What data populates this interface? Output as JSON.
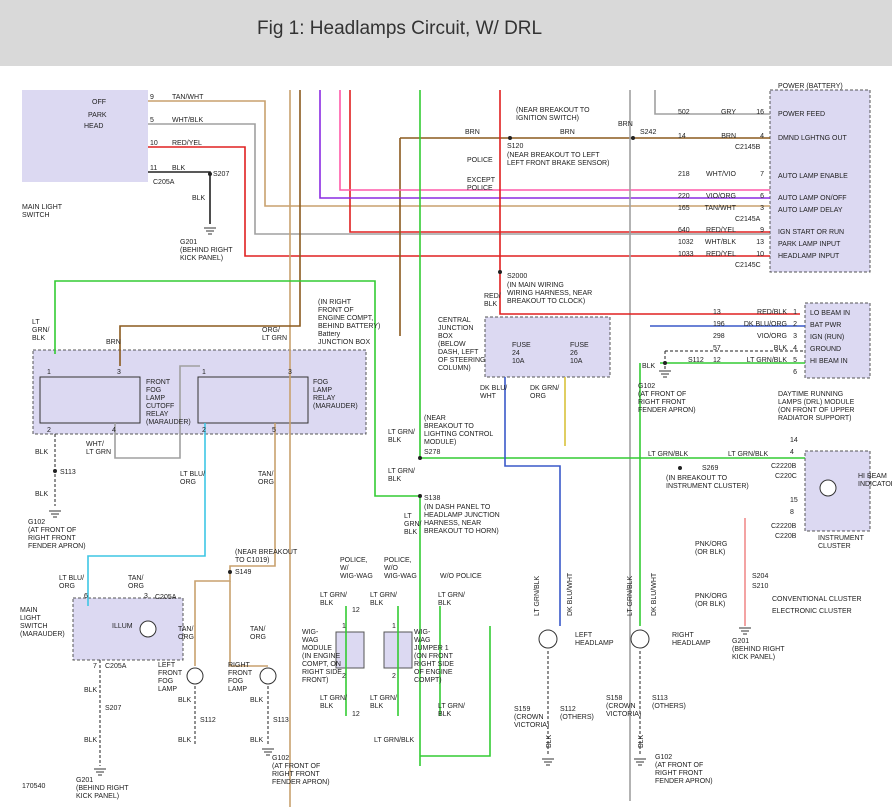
{
  "title": "Fig 1: Headlamps Circuit, W/ DRL",
  "colors": {
    "box_fill": "#dcd9f2",
    "tan": "#c8a16e",
    "brn": "#8b5a1e",
    "red": "#e02020",
    "green": "#33cc33",
    "blue": "#3a59c9",
    "lt_blue": "#3ec6e4",
    "orange": "#d98a2a",
    "purple": "#8a2be2",
    "pink": "#ff5aa8",
    "gray": "#a0a0a0",
    "black": "#222222",
    "lt_orange": "#f0a050",
    "pnk_org": "#f08c8c",
    "yellow": "#d8c23a"
  },
  "switch": {
    "positions": [
      "OFF",
      "PARK",
      "HEAD"
    ],
    "pins": [
      "9",
      "5",
      "10",
      "11"
    ],
    "wires": [
      "TAN/WHT",
      "WHT/BLK",
      "RED/YEL",
      "BLK"
    ],
    "connector": "C205A",
    "splice": "S207",
    "name": "MAIN LIGHT\nSWITCH",
    "ground_wire": "BLK",
    "ground": "G201\n(BEHIND RIGHT\nKICK PANEL)"
  },
  "top": {
    "near_breakout": "(NEAR BREAKOUT TO\nIGNITION SWITCH)",
    "brn": "BRN",
    "brn2": "BRN",
    "brn3": "BRN",
    "s242": "S242",
    "s120": "S120",
    "s120_note": "(NEAR BREAKOUT TO LEFT\nLEFT FRONT BRAKE SENSOR)",
    "police": "POLICE",
    "except_police": "EXCEPT\nPOLICE",
    "s2000": "S2000",
    "s2000_note": "(IN MAIN WIRING\nWIRING HARNESS, NEAR\nBREAKOUT TO CLOCK)",
    "red_blk": "RED/\nBLK"
  },
  "module": {
    "rows": [
      {
        "circuit": "502",
        "wire": "GRY",
        "pin": "16",
        "label": "POWER FEED"
      },
      {
        "circuit": "14",
        "wire": "BRN",
        "pin": "4",
        "label": "DMND LGHTNG OUT"
      },
      {
        "circuit": "218",
        "wire": "WHT/VIO",
        "pin": "7",
        "label": "AUTO LAMP ENABLE"
      },
      {
        "circuit": "220",
        "wire": "VIO/ORG",
        "pin": "6",
        "label": "AUTO LAMP ON/OFF"
      },
      {
        "circuit": "165",
        "wire": "TAN/WHT",
        "pin": "3",
        "label": "AUTO LAMP DELAY"
      },
      {
        "circuit": "640",
        "wire": "RED/YEL",
        "pin": "9",
        "label": "IGN START OR RUN"
      },
      {
        "circuit": "1032",
        "wire": "WHT/BLK",
        "pin": "13",
        "label": "PARK LAMP INPUT"
      },
      {
        "circuit": "1033",
        "wire": "RED/YEL",
        "pin": "10",
        "label": "HEADLAMP INPUT"
      }
    ],
    "power_label": "POWER (BATTERY)",
    "c2145b": "C2145B",
    "c2145a": "C2145A",
    "c2145c": "C2145C"
  },
  "drl": {
    "rows": [
      {
        "circuit": "13",
        "wire": "RED/BLK",
        "pin": "1",
        "label": "LO BEAM IN"
      },
      {
        "circuit": "196",
        "wire": "DK BLU/ORG",
        "pin": "2",
        "label": "BAT PWR"
      },
      {
        "circuit": "298",
        "wire": "VIO/ORG",
        "pin": "3",
        "label": "IGN (RUN)"
      },
      {
        "circuit": "57",
        "wire": "BLK",
        "pin": "4",
        "label": "GROUND"
      },
      {
        "circuit": "12",
        "wire": "LT GRN/BLK",
        "pin": "5",
        "label": "HI BEAM IN"
      }
    ],
    "pin6": "6",
    "s112": "S112",
    "blk": "BLK",
    "g102": "G102\n(AT FRONT OF\nRIGHT FRONT\nFENDER APRON)",
    "name": "DAYTIME RUNNING\nLAMPS (DRL) MODULE\n(ON FRONT OF UPPER\nRADIATOR SUPPORT)"
  },
  "junction": {
    "note": "(IN RIGHT\nFRONT OF\nENGINE COMPT,\nBEHIND BATTERY)\nBattery\nJUNCTION BOX",
    "lt_grn_blk": "LT\nGRN/\nBLK",
    "brn": "BRN",
    "org_ltgrn": "ORG/\nLT GRN",
    "front_fog_relay": "FRONT\nFOG\nLAMP\nCUTOFF\nRELAY\n(MARAUDER)",
    "fog_relay": "FOG\nLAMP\nRELAY\n(MARAUDER)",
    "pins_left": [
      "1",
      "3",
      "2",
      "4"
    ],
    "pins_right": [
      "1",
      "3",
      "2",
      "5"
    ],
    "blk": "BLK",
    "s113": "S113",
    "blk2": "BLK",
    "g102": "G102\n(AT FRONT OF\nRIGHT FRONT\nFENDER APRON)",
    "wht_ltgrn": "WHT/\nLT GRN",
    "lt_blu_org": "LT BLU/\nORG",
    "tan_org": "TAN/\nORG"
  },
  "cjb": {
    "name": "CENTRAL\nJUNCTION\nBOX\n(BELOW\nDASH, LEFT\nOF STEERING\nCOLUMN)",
    "fuse24": "FUSE\n24\n10A",
    "fuse26": "FUSE\n26\n10A",
    "dk_blu_wht": "DK BLU/\nWHT",
    "dk_grn_org": "DK GRN/\nORG"
  },
  "mid": {
    "lt_grn_blk_1": "LT GRN/\nBLK",
    "near_lighting": "(NEAR\nBREAKOUT TO\nLIGHTING CONTROL\nMODULE)",
    "s278": "S278",
    "lt_grn_blk_2": "LT GRN/\nBLK",
    "s138": "S138",
    "s138_note": "(IN DASH PANEL TO\nHEADLAMP JUNCTION\nHARNESS, NEAR\nBREAKOUT TO HORN)",
    "lt_grn_blk_3": "LT\nGRN/\nBLK",
    "s269": "S269",
    "s269_note": "(IN BREAKOUT TO\nINSTRUMENT CLUSTER)",
    "lt_grn_blk_4": "LT GRN/BLK",
    "lt_grn_blk_5": "LT GRN/BLK",
    "c2220b": "C2220B",
    "c220c": "C220C",
    "c2220b2": "C2220B",
    "c220b": "C220B",
    "pins_a": [
      "14",
      "4"
    ],
    "pins_b": [
      "15",
      "8"
    ],
    "hi_beam": "HI BEAM\nINDICATOR",
    "instrument": "INSTRUMENT\nCLUSTER",
    "pnk_org": "PNK/ORG\n(OR BLK)",
    "pnk_org2": "PNK/ORG\n(OR BLK)",
    "s204": "S204",
    "s210": "S210",
    "legend1": "CONVENTIONAL CLUSTER",
    "legend2": "ELECTRONIC CLUSTER",
    "g201": "G201\n(BEHIND RIGHT\nKICK PANEL)"
  },
  "fog": {
    "near_c1019": "(NEAR BREAKOUT\nTO C1019)",
    "s149": "S149",
    "lt_blu_org": "LT BLU/\nORG",
    "tan_org": "TAN/\nORG",
    "c205a": "C205A",
    "switch_name": "MAIN\nLIGHT\nSWITCH\n(MARAUDER)",
    "illum": "ILLUM",
    "c205a2": "C205A",
    "pin6": "6",
    "pin3": "3",
    "pin7": "7",
    "tan_org2": "TAN/\nORG",
    "tan_org3": "TAN/\nORG",
    "left_fog": "LEFT\nFRONT\nFOG\nLAMP",
    "right_fog": "RIGHT\nFRONT\nFOG\nLAMP",
    "blk": "BLK",
    "blk2": "BLK",
    "blk3": "BLK",
    "s207": "S207",
    "s112": "S112",
    "s113": "S113",
    "blk4": "BLK",
    "blk5": "BLK",
    "blk6": "BLK",
    "g201": "G201\n(BEHIND RIGHT\nKICK PANEL)",
    "g102": "G102\n(AT FRONT OF\nRIGHT FRONT\nFENDER APRON)"
  },
  "wig": {
    "police_w": "POLICE,\nW/\nWIG-WAG",
    "police_wo": "POLICE,\nW/O\nWIG-WAG",
    "wo_police": "W/O POLICE",
    "lt_grn_blk": "LT GRN/\nBLK",
    "module": "WIG-\nWAG\nMODULE\n(IN ENGINE\nCOMPT, ON\nRIGHT SIDE\nFRONT)",
    "jumper": "WIG-\nWAG\nJUMPER 1\n(ON FRONT\nRIGHT SIDE\nOF ENGINE\nCOMPT)",
    "pin1": "1",
    "pin2": "2",
    "pin12": "12",
    "lt_grn_blk_bottom": "LT GRN/BLK"
  },
  "headlamps": {
    "left": "LEFT\nHEADLAMP",
    "right": "RIGHT\nHEADLAMP",
    "lt_grn_blk": "LT GRN/BLK",
    "dk_blu_wht": "DK BLU/WHT",
    "s159": "S159\n(CROWN\nVICTORIA)",
    "s112": "S112\n(OTHERS)",
    "s158": "S158\n(CROWN\nVICTORIA)",
    "s113": "S113\n(OTHERS)",
    "blk": "BLK",
    "g102": "G102\n(AT FRONT OF\nRIGHT FRONT\nFENDER APRON)"
  },
  "figure_id": "170540"
}
